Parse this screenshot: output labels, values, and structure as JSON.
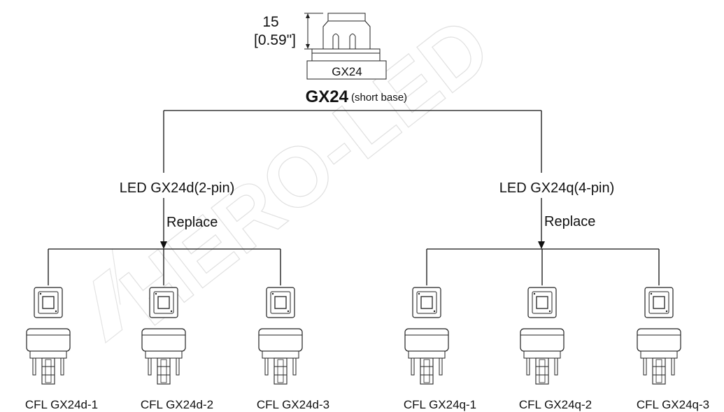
{
  "watermark": "HERO-LED",
  "top_base": {
    "dimension_mm": "15",
    "dimension_in": "[0.59\"]",
    "base_label": "GX24",
    "title_bold": "GX24",
    "title_note": "(short base)"
  },
  "branches": [
    {
      "label": "LED GX24d(2-pin)",
      "action": "Replace",
      "items": [
        "CFL GX24d-1",
        "CFL GX24d-2",
        "CFL GX24d-3"
      ]
    },
    {
      "label": "LED GX24q(4-pin)",
      "action": "Replace",
      "items": [
        "CFL GX24q-1",
        "CFL GX24q-2",
        "CFL GX24q-3"
      ]
    }
  ],
  "colors": {
    "dimension": "#b01e1e",
    "line": "#111111",
    "watermark": "#c8c8c8"
  }
}
